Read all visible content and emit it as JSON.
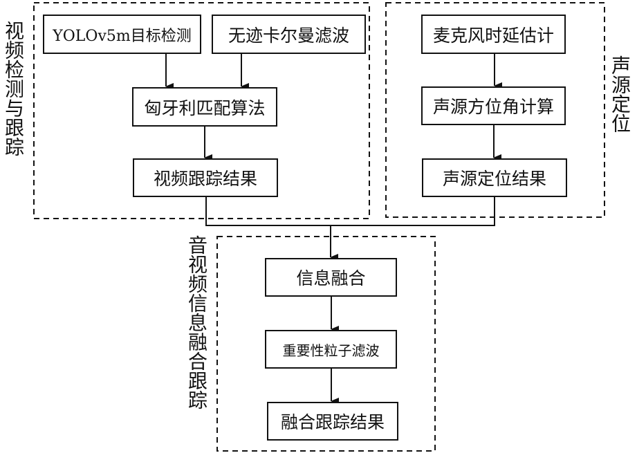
{
  "groups": {
    "video": {
      "label": "视频检测与跟踪"
    },
    "audio": {
      "label": "声源定位"
    },
    "fusion": {
      "label": "音视频信息融合跟踪"
    }
  },
  "nodes": {
    "yolo": "YOLOv5m目标检测",
    "ukf": "无迹卡尔曼滤波",
    "hungarian": "匈牙利匹配算法",
    "video_result": "视频跟踪结果",
    "tdoa": "麦克风时延估计",
    "azimuth": "声源方位角计算",
    "audio_result": "声源定位结果",
    "fusion": "信息融合",
    "particle": "重要性粒子滤波",
    "fusion_result": "融合跟踪结果"
  },
  "colors": {
    "line": "#111111",
    "background": "#ffffff"
  }
}
